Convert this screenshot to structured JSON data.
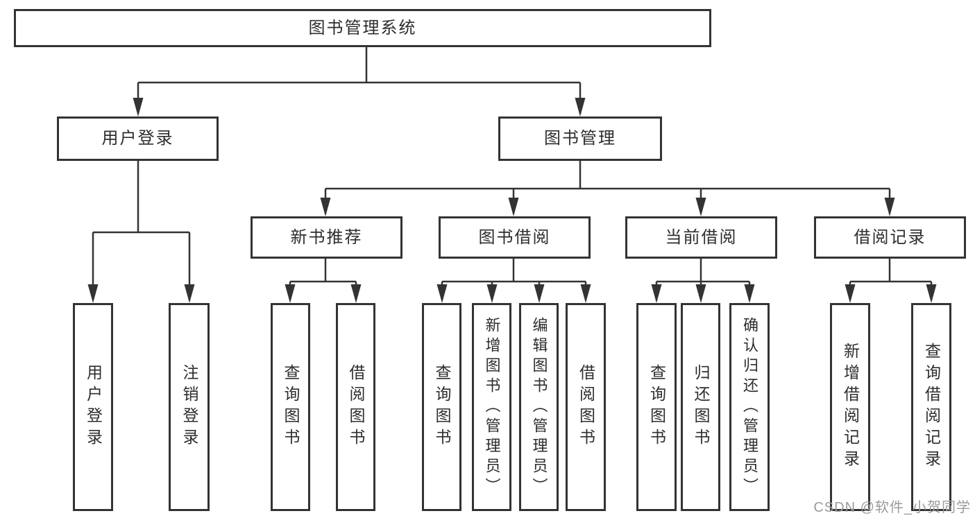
{
  "tree": {
    "label": "图书管理系统",
    "children": [
      {
        "label": "用户登录",
        "children": [
          {
            "label": "用户登录"
          },
          {
            "label": "注销登录"
          }
        ]
      },
      {
        "label": "图书管理",
        "children": [
          {
            "label": "新书推荐",
            "children": [
              {
                "label": "查询图书"
              },
              {
                "label": "借阅图书"
              }
            ]
          },
          {
            "label": "图书借阅",
            "children": [
              {
                "label": "查询图书"
              },
              {
                "label": "新增图书（管理员）"
              },
              {
                "label": "编辑图书（管理员）"
              },
              {
                "label": "借阅图书"
              }
            ]
          },
          {
            "label": "当前借阅",
            "children": [
              {
                "label": "查询图书"
              },
              {
                "label": "归还图书"
              },
              {
                "label": "确认归还（管理员）"
              }
            ]
          },
          {
            "label": "借阅记录",
            "children": [
              {
                "label": "新增借阅记录"
              },
              {
                "label": "查询借阅记录"
              }
            ]
          }
        ]
      }
    ]
  },
  "watermark": "CSDN @软件_小贺同学",
  "colors": {
    "line": "#333333",
    "box_border": "#333333",
    "background": "#ffffff",
    "watermark": "#9b9b9b"
  }
}
